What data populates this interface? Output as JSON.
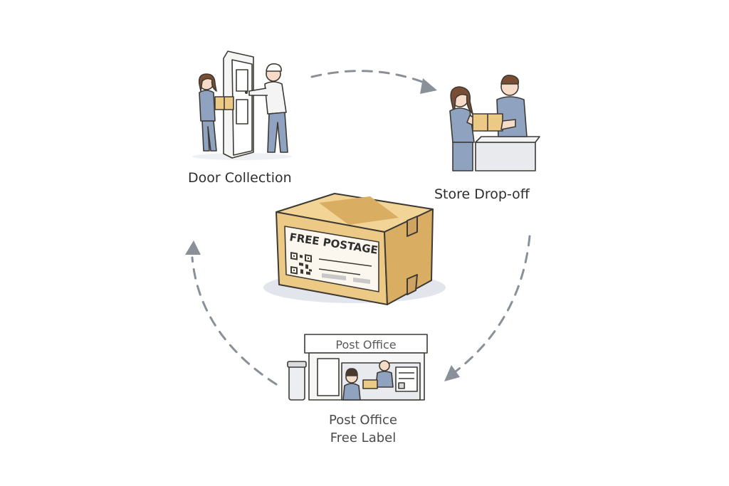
{
  "labels": {
    "door_collection": "Door Collection",
    "store_dropoff": "Store Drop-off",
    "post_office_line1": "Post Office",
    "post_office_line2": "Free Label"
  },
  "parcel": {
    "label_title": "FREE POSTAGE"
  },
  "post_office_sign": "Post Office",
  "colors": {
    "box": "#ecca86",
    "box_side": "#d9ae62",
    "tape": "#cfa462",
    "outline": "#3d3a34",
    "clothes": "#8fa2c0",
    "arrow": "#8a9098",
    "shadow": "#e2e6ec"
  }
}
